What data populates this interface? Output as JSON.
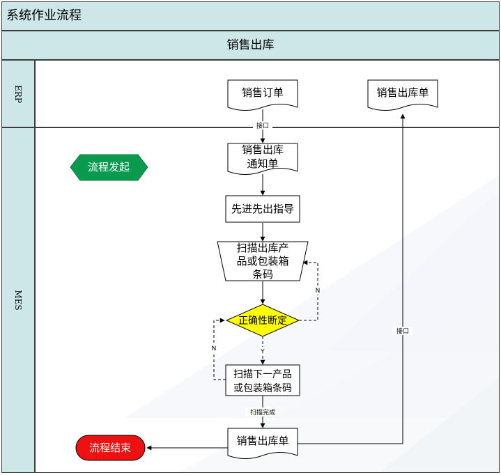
{
  "header": {
    "title": "系统作业流程"
  },
  "process": {
    "title": "销售出库"
  },
  "lanes": {
    "erp": "ERP",
    "mes": "MES"
  },
  "nodes": {
    "sales_order": "销售订单",
    "outbound_doc_erp": "销售出库单",
    "outbound_notice_line1": "销售出库",
    "outbound_notice_line2": "通知单",
    "fifo_guide": "先进先出指导",
    "scan_line1": "扫描出库产",
    "scan_line2": "品或包装箱",
    "scan_line3": "条码",
    "judge": "正确性断定",
    "scan_next_line1": "扫描下一产品",
    "scan_next_line2": "或包装箱条码",
    "outbound_doc_mes": "销售出库单",
    "start": "流程发起",
    "end": "流程结束"
  },
  "edges": {
    "interface_top": "接口",
    "interface_right": "接口",
    "no_right": "N",
    "no_left": "N",
    "yes": "Y",
    "scan_done": "扫描完成"
  },
  "colors": {
    "band_fill": "#cde6e8",
    "start_fill": "#0a9a4e",
    "end_fill": "#ee1111",
    "decision_fill": "#ffff00",
    "line": "#000000"
  }
}
